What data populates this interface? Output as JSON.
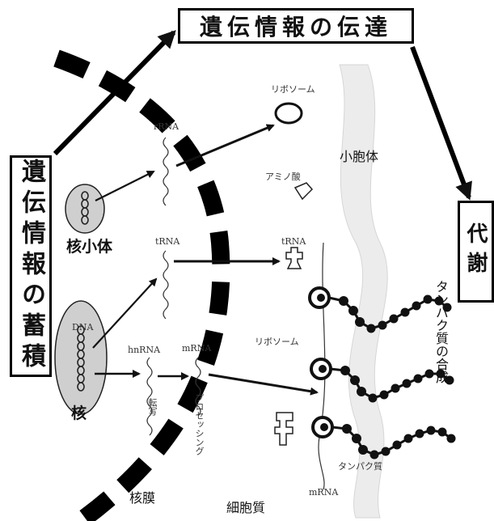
{
  "title_box": {
    "text": "遺伝情報の伝達"
  },
  "storage_box": {
    "text": "遺伝情報の蓄積"
  },
  "metabolism_box": {
    "text": "代謝"
  },
  "labels": {
    "nucleolus": "核小体",
    "nucleus": "核",
    "dna": "DNA",
    "rrna": "rRNA",
    "trna_left": "tRNA",
    "trna_right": "tRNA",
    "hnrna": "hnRNA",
    "mrna_top": "mRNA",
    "mrna_bottom": "mRNA",
    "transcription": "転写",
    "processing": "プロセッシング",
    "ribosome_top": "リボソーム",
    "ribosome_mid": "リボソーム",
    "amino_acid": "アミノ酸",
    "er": "小胞体",
    "protein_synthesis": "タンパク質の合成",
    "protein": "タンパク質",
    "nuclear_membrane": "核膜",
    "cytoplasm": "細胞質"
  },
  "colors": {
    "ink": "#111111",
    "organelle_fill": "#cfcfcf",
    "er_fill": "#e9e9e9"
  }
}
